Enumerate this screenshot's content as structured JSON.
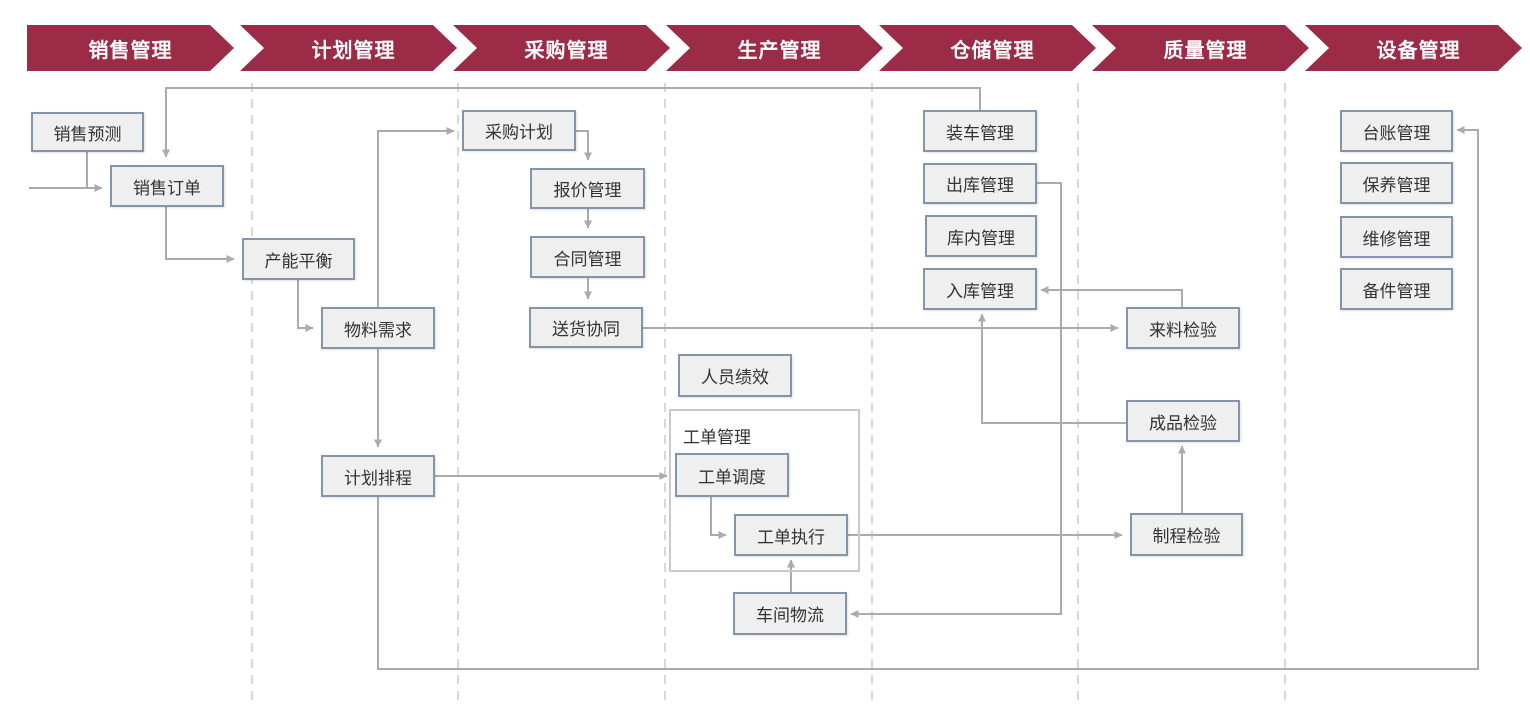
{
  "header": {
    "stages": [
      {
        "label": "销售管理"
      },
      {
        "label": "计划管理"
      },
      {
        "label": "采购管理"
      },
      {
        "label": "生产管理"
      },
      {
        "label": "仓储管理"
      },
      {
        "label": "质量管理"
      },
      {
        "label": "设备管理"
      }
    ]
  },
  "diagram": {
    "boxes": [
      {
        "id": "sales-forecast",
        "label": "销售预测",
        "column": "销售管理"
      },
      {
        "id": "sales-order",
        "label": "销售订单",
        "column": "销售管理"
      },
      {
        "id": "capacity-balance",
        "label": "产能平衡",
        "column": "计划管理"
      },
      {
        "id": "material-requirements",
        "label": "物料需求",
        "column": "计划管理"
      },
      {
        "id": "plan-scheduling",
        "label": "计划排程",
        "column": "计划管理"
      },
      {
        "id": "purchase-plan",
        "label": "采购计划",
        "column": "采购管理"
      },
      {
        "id": "quote-management",
        "label": "报价管理",
        "column": "采购管理"
      },
      {
        "id": "contract-management",
        "label": "合同管理",
        "column": "采购管理"
      },
      {
        "id": "delivery-collaboration",
        "label": "送货协同",
        "column": "采购管理"
      },
      {
        "id": "personnel-performance",
        "label": "人员绩效",
        "column": "生产管理"
      },
      {
        "id": "work-order-dispatch",
        "label": "工单调度",
        "column": "生产管理"
      },
      {
        "id": "work-order-execution",
        "label": "工单执行",
        "column": "生产管理"
      },
      {
        "id": "workshop-logistics",
        "label": "车间物流",
        "column": "生产管理"
      },
      {
        "id": "loading-management",
        "label": "装车管理",
        "column": "仓储管理"
      },
      {
        "id": "outbound-management",
        "label": "出库管理",
        "column": "仓储管理"
      },
      {
        "id": "warehouse-internal",
        "label": "库内管理",
        "column": "仓储管理"
      },
      {
        "id": "inbound-management",
        "label": "入库管理",
        "column": "仓储管理"
      },
      {
        "id": "incoming-inspection",
        "label": "来料检验",
        "column": "质量管理"
      },
      {
        "id": "finished-inspection",
        "label": "成品检验",
        "column": "质量管理"
      },
      {
        "id": "process-inspection",
        "label": "制程检验",
        "column": "质量管理"
      },
      {
        "id": "ledger-management",
        "label": "台账管理",
        "column": "设备管理"
      },
      {
        "id": "maintenance-management",
        "label": "保养管理",
        "column": "设备管理"
      },
      {
        "id": "repair-management",
        "label": "维修管理",
        "column": "设备管理"
      },
      {
        "id": "spare-parts-management",
        "label": "备件管理",
        "column": "设备管理"
      }
    ],
    "container": {
      "id": "work-order-group",
      "label": "工单管理"
    },
    "edges": [
      {
        "from": "offscreen-left",
        "to": "销售订单"
      },
      {
        "from": "销售预测",
        "to": "销售订单"
      },
      {
        "from": "装车管理",
        "to": "销售订单"
      },
      {
        "from": "销售订单",
        "to": "产能平衡"
      },
      {
        "from": "产能平衡",
        "to": "物料需求"
      },
      {
        "from": "物料需求",
        "to": "采购计划"
      },
      {
        "from": "物料需求",
        "to": "计划排程"
      },
      {
        "from": "采购计划",
        "to": "报价管理"
      },
      {
        "from": "报价管理",
        "to": "合同管理"
      },
      {
        "from": "合同管理",
        "to": "送货协同"
      },
      {
        "from": "送货协同",
        "to": "来料检验"
      },
      {
        "from": "计划排程",
        "to": "工单调度"
      },
      {
        "from": "工单调度",
        "to": "工单执行"
      },
      {
        "from": "工单执行",
        "to": "制程检验"
      },
      {
        "from": "车间物流",
        "to": "工单执行"
      },
      {
        "from": "出库管理",
        "to": "车间物流"
      },
      {
        "from": "来料检验",
        "to": "入库管理"
      },
      {
        "from": "成品检验",
        "to": "入库管理"
      },
      {
        "from": "制程检验",
        "to": "成品检验"
      },
      {
        "from": "计划排程",
        "to": "台账管理"
      }
    ],
    "colors": {
      "stage_banner": "#9C2B47",
      "node_fill": "#EFEFEF",
      "node_border": "#8494A9",
      "connector": "#ABABAB",
      "divider": "#CCCCCC"
    }
  }
}
